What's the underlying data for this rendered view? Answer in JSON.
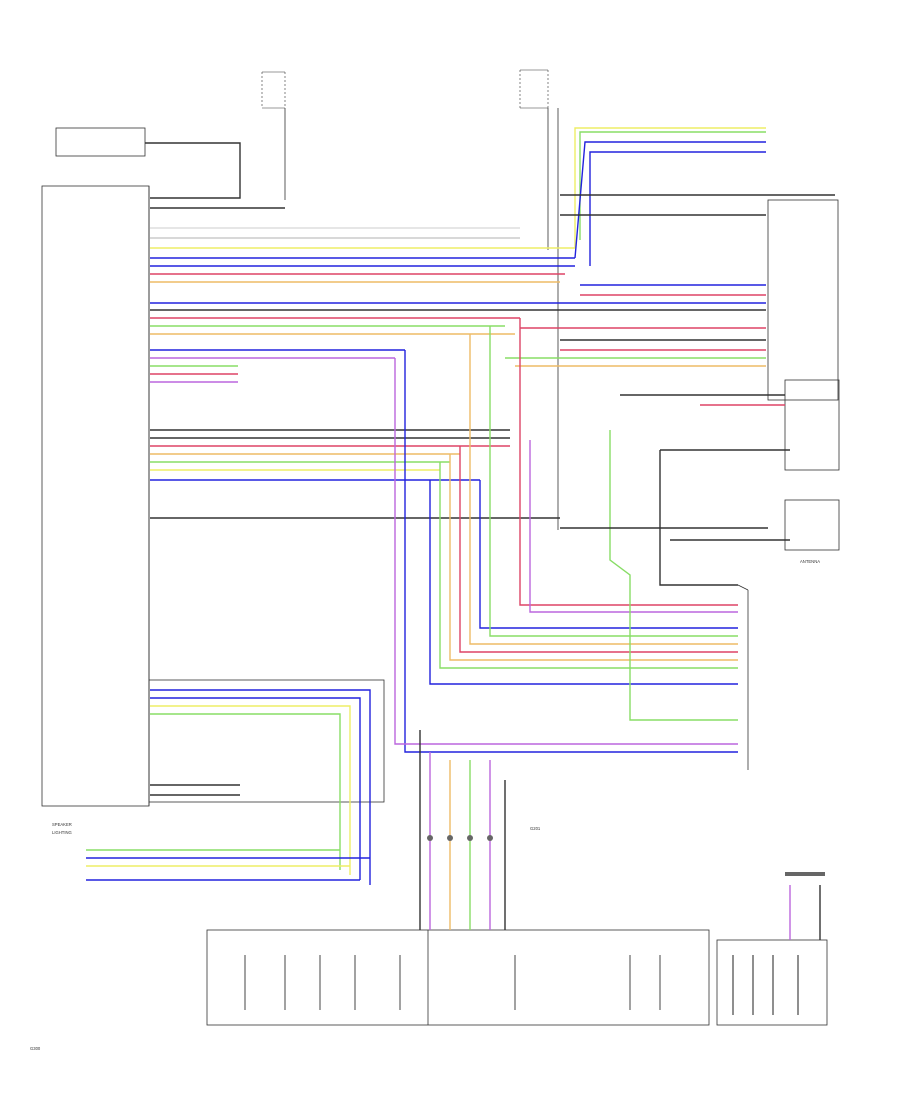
{
  "modules": {
    "left": [
      "SPEAKER",
      "LIGHTING"
    ],
    "right": [
      "ANTENNA"
    ]
  },
  "labels": {
    "ground_left": [
      "G300"
    ],
    "ground_center": [
      "G201"
    ]
  },
  "colors": {
    "wire_black": "#333333",
    "wire_blue": "#2222dd",
    "wire_green": "#88dd66",
    "wire_yellow": "#eeee66",
    "wire_red": "#dd4466",
    "wire_orange": "#eebb66",
    "wire_violet": "#bb66dd",
    "wire_gray": "#aaaaaa"
  }
}
